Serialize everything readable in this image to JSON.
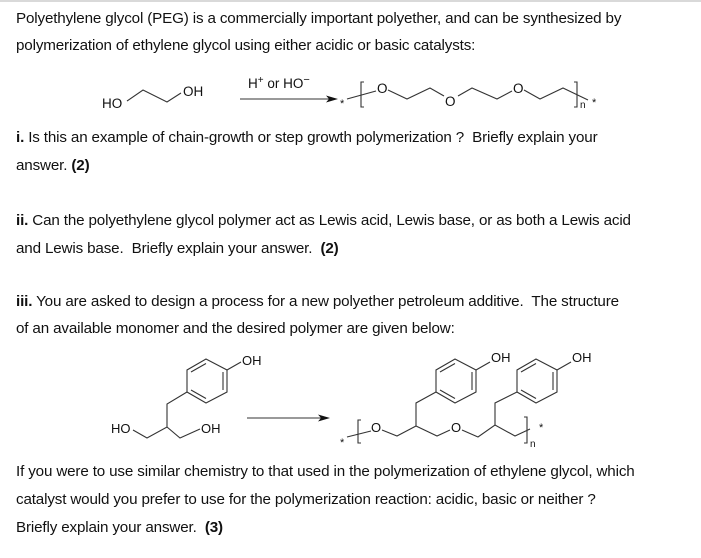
{
  "intro": {
    "line1": "Polyethylene glycol (PEG) is a commercially important polyether, and can be synthesized by",
    "line2": "polymerization of ethylene glycol using either acidic or basic catalysts:"
  },
  "reaction1": {
    "reactant_left_label": "HO",
    "reactant_right_label": "OH",
    "conditions": {
      "h": "H",
      "plus": "+",
      "or": " or HO",
      "minus": "−"
    },
    "polymer_oxygen": "O",
    "end_group": "*",
    "repeat_subscript": "n"
  },
  "question1": {
    "number": "i.",
    "line1": " Is this an example of chain-growth or step growth polymerization ?  Briefly explain your",
    "line2": "answer. ",
    "points": "(2)"
  },
  "question2": {
    "number": "ii.",
    "line1": " Can the polyethylene glycol polymer act as Lewis acid, Lewis base, or as both a Lewis acid",
    "line2": "and Lewis base.  Briefly explain your answer.  ",
    "points": "(2)"
  },
  "question3": {
    "number": "iii.",
    "line1": " You are asked to design a process for a new polyether petroleum additive.  The structure",
    "line2": "of an available monomer and the desired polymer are given below:",
    "line3": "If you were to use similar chemistry to that used in the polymerization of ethylene glycol, which",
    "line4": "catalyst would you prefer to use for the polymerization reaction: acidic, basic or neither ?",
    "line5": "Briefly explain your answer.  ",
    "points": "(3)"
  },
  "reaction2": {
    "monomer_left_label": "HO",
    "monomer_right_label": "OH",
    "phenol_label": "OH",
    "polymer_oxygen": "O",
    "end_group": "*",
    "repeat_subscript": "n"
  }
}
